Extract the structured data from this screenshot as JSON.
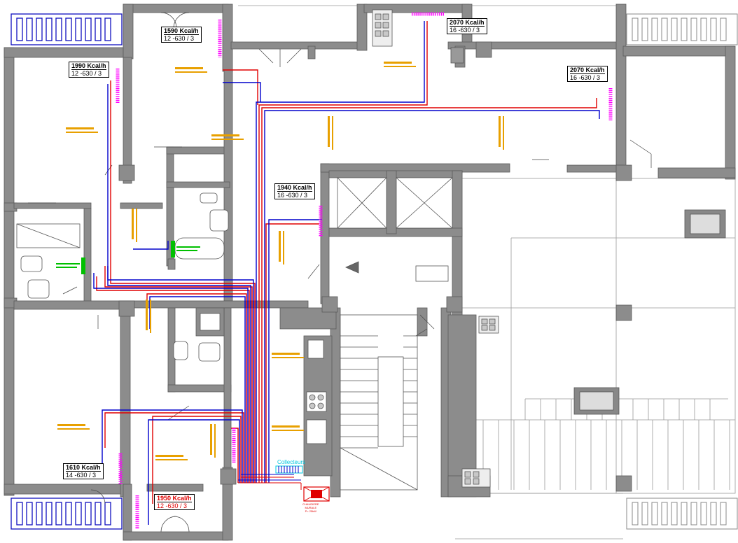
{
  "colors": {
    "wall": "#8c8c8c",
    "wall_dark": "#6e6e6e",
    "thin_line": "#555555",
    "supply_pipe": "#e00000",
    "return_pipe": "#0000cc",
    "radiator": "#ff00ff",
    "dimension_text": "#e8a000",
    "towel_rail": "#00c000",
    "collector": "#00c8e0",
    "balcony": "#1010c0"
  },
  "radiators": [
    {
      "id": "r1",
      "power": "1990 Kcal/h",
      "spec": "12 -630 / 3",
      "highlight": false
    },
    {
      "id": "r2",
      "power": "1590 Kcal/h",
      "spec": "12 -630 / 3",
      "highlight": false
    },
    {
      "id": "r3",
      "power": "2070 Kcal/h",
      "spec": "16 -630 / 3",
      "highlight": false
    },
    {
      "id": "r4",
      "power": "2070 Kcal/h",
      "spec": "16 -630 / 3",
      "highlight": false
    },
    {
      "id": "r5",
      "power": "1940 Kcal/h",
      "spec": "16 -630 / 3",
      "highlight": false
    },
    {
      "id": "r6",
      "power": "1610 Kcal/h",
      "spec": "14 -630 / 3",
      "highlight": false
    },
    {
      "id": "r7",
      "power": "1950 Kcal/h",
      "spec": "12 -630 / 3",
      "highlight": true
    }
  ],
  "labels": {
    "collector": "Collecteurs",
    "boiler_line1": "CHAUDIERE",
    "boiler_line2": "MURALE",
    "boiler_line3": "P= 25kW"
  },
  "icons": {
    "boiler": "boiler-cross-icon",
    "collector": "collector-bar-icon",
    "radiator": "radiator-coil-icon"
  }
}
